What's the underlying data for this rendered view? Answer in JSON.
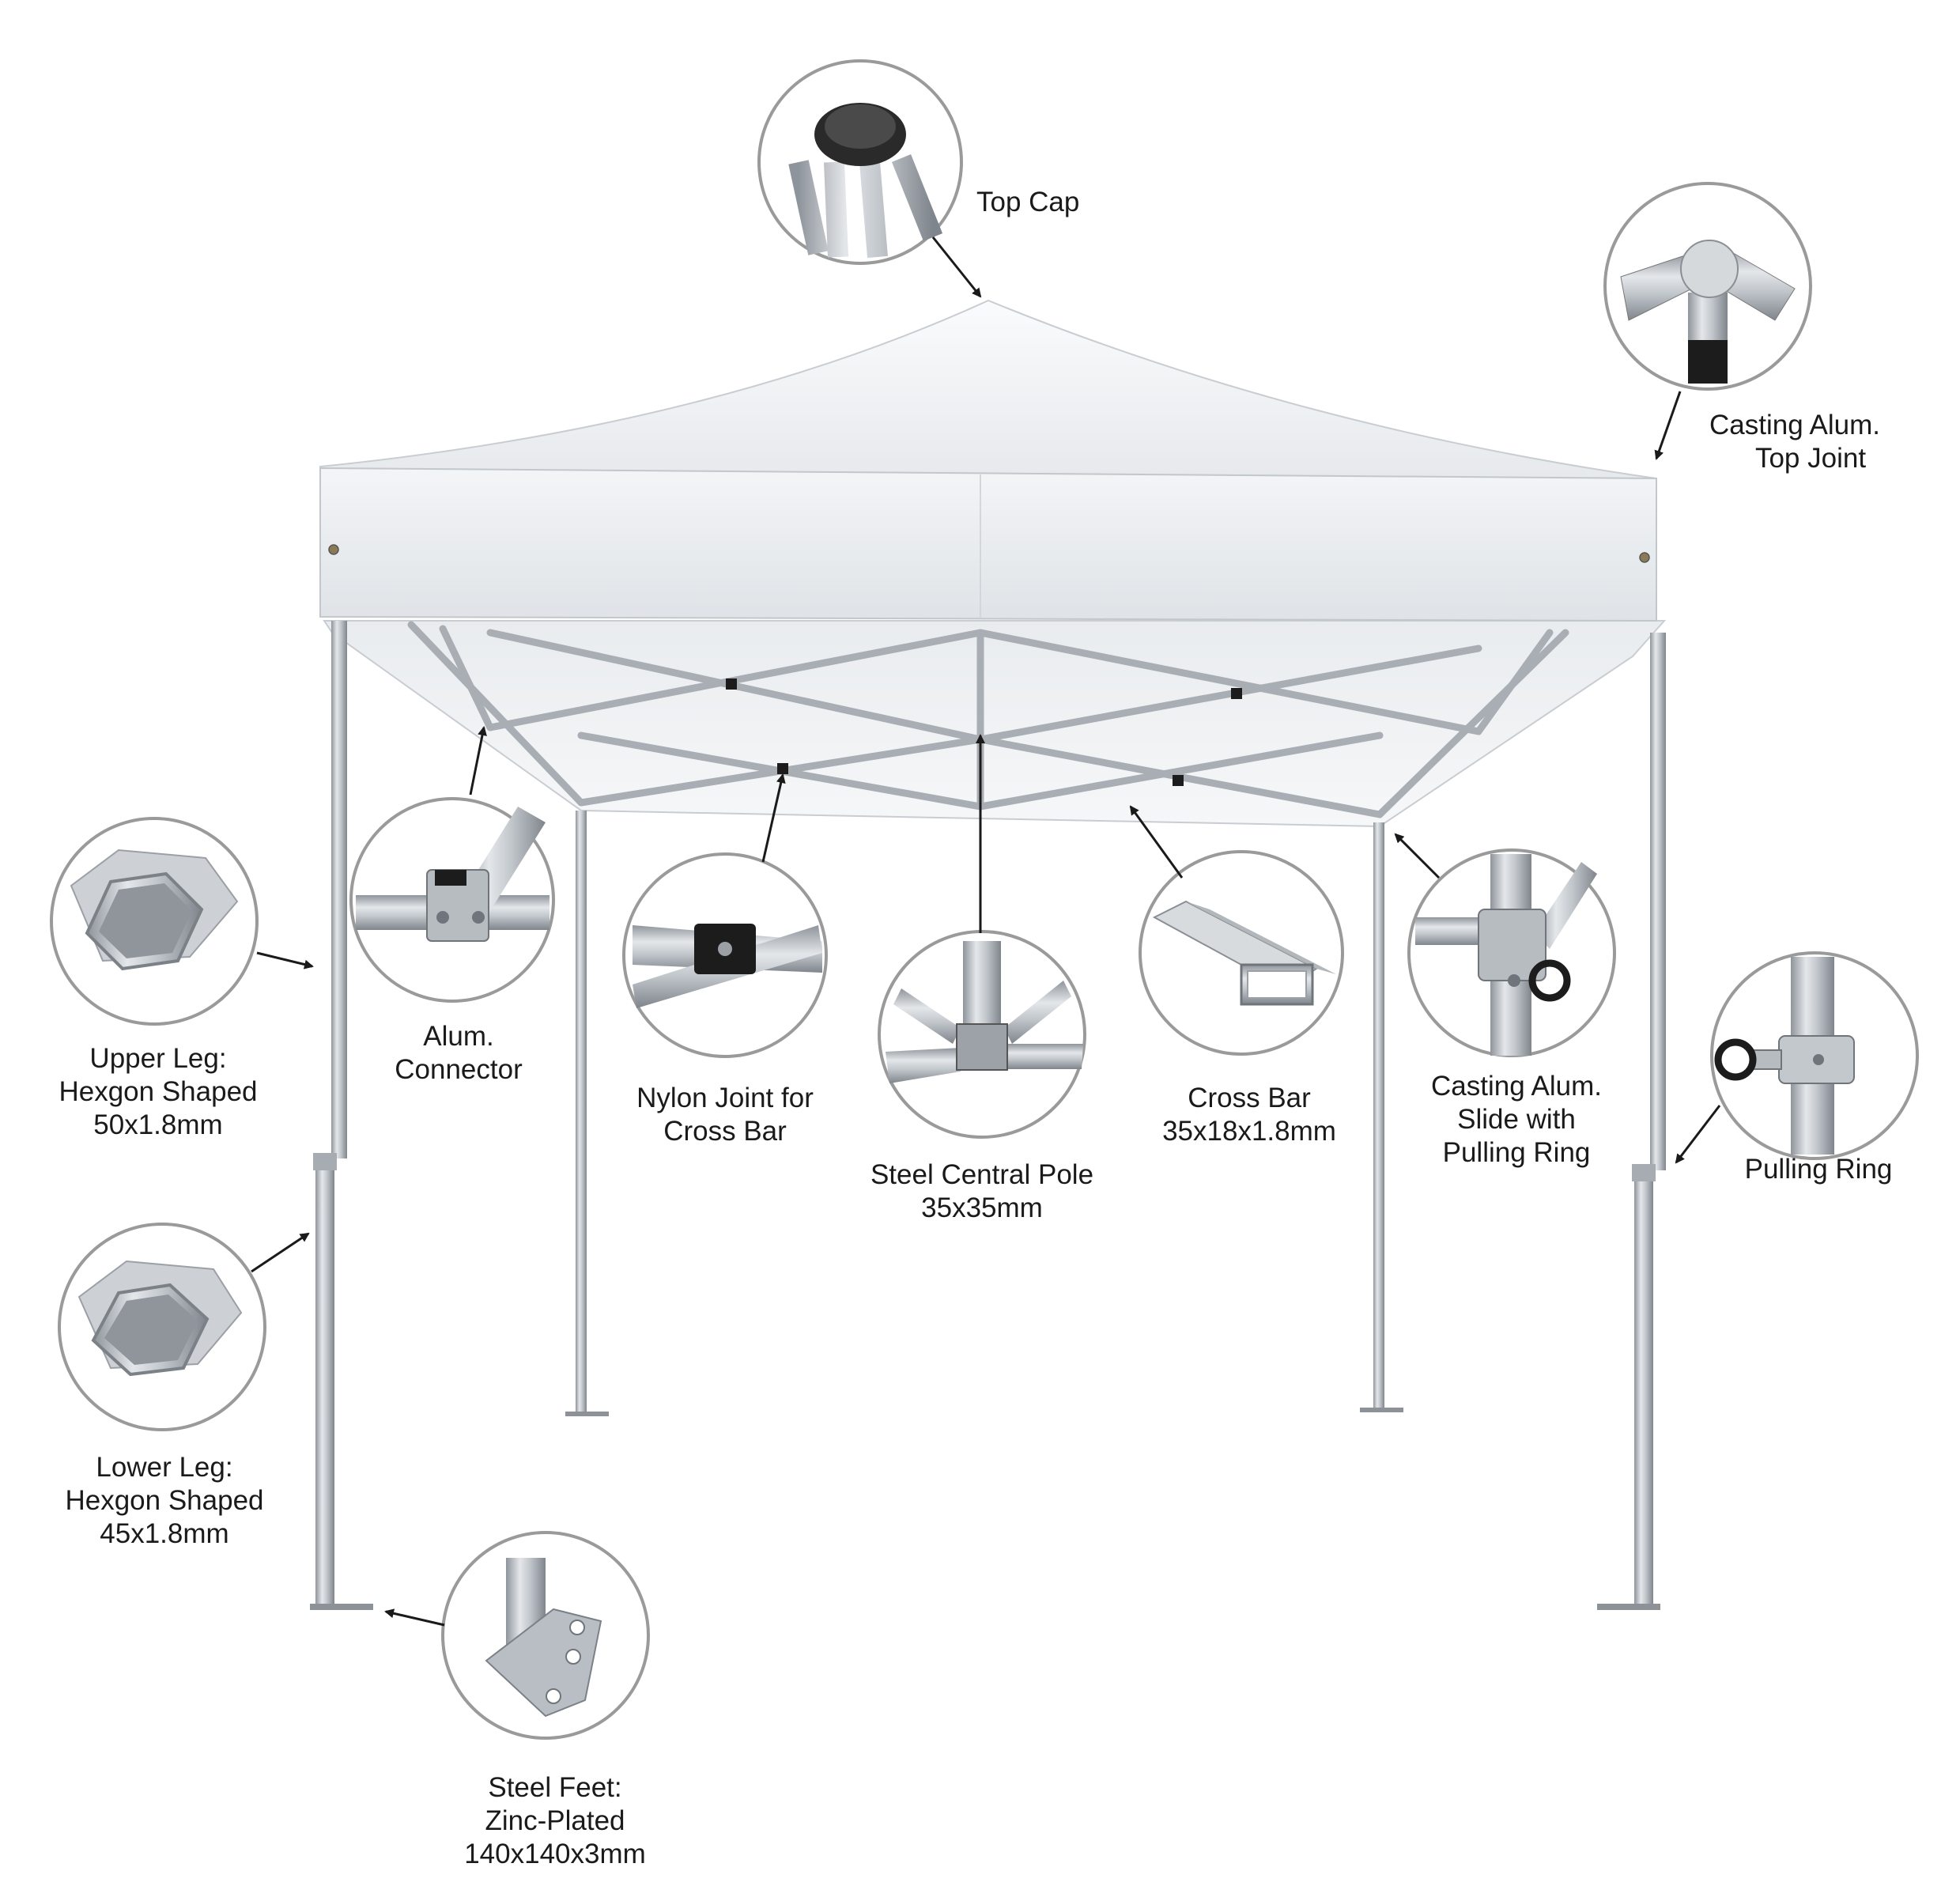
{
  "callouts": {
    "top_cap": [
      "Top Cap"
    ],
    "top_joint": [
      "Casting Alum.",
      "Top Joint"
    ],
    "alum_connector": [
      "Alum.",
      "Connector"
    ],
    "nylon_joint": [
      "Nylon Joint for",
      "Cross Bar"
    ],
    "central_pole": [
      "Steel Central Pole",
      "35x35mm"
    ],
    "cross_bar": [
      "Cross Bar",
      "35x18x1.8mm"
    ],
    "slide_ring": [
      "Casting Alum.",
      "Slide with",
      "Pulling Ring"
    ],
    "pulling_ring": [
      "Pulling Ring"
    ],
    "upper_leg": [
      "Upper Leg:",
      "Hexgon Shaped",
      "50x1.8mm"
    ],
    "lower_leg": [
      "Lower Leg:",
      "Hexgon Shaped",
      "45x1.8mm"
    ],
    "steel_feet": [
      "Steel Feet:",
      "Zinc-Plated",
      "140x140x3mm"
    ]
  },
  "icons": {
    "top_cap": "top-cap-icon",
    "top_joint": "top-joint-icon",
    "alum_connector": "connector-icon",
    "nylon_joint": "nylon-joint-icon",
    "central_pole": "central-pole-icon",
    "cross_bar": "rectangular-tube-icon",
    "slide_ring": "slide-ring-icon",
    "pulling_ring": "pulling-ring-icon",
    "upper_leg": "hexagon-tube-icon",
    "lower_leg": "hexagon-tube-icon",
    "steel_feet": "foot-plate-icon"
  },
  "colors": {
    "canopy": "#f2f4f6",
    "frame": "#b9bec4",
    "outline": "#9a9a9a",
    "arrow": "#1a1a1a"
  }
}
